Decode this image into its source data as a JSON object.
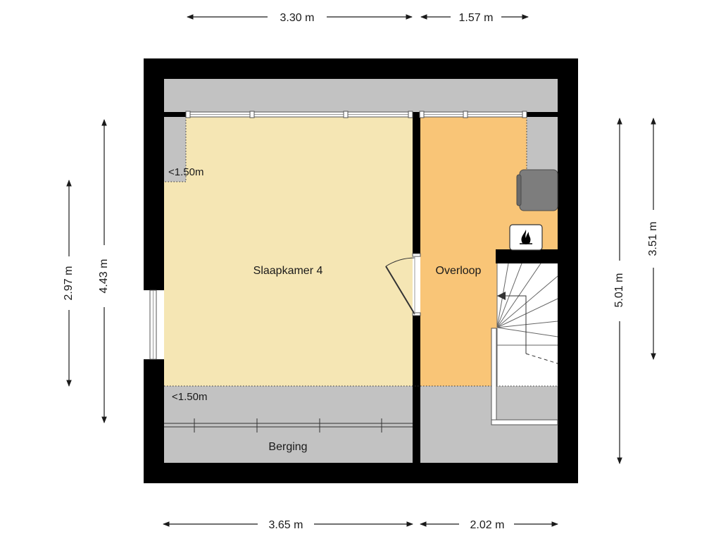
{
  "plan": {
    "colors": {
      "wall": "#000000",
      "bedroom": "#f5e6b4",
      "landing": "#f9c577",
      "low_zone": "#c2c2c2",
      "background": "#ffffff",
      "dimension_line": "#1a1a1a"
    },
    "rooms": {
      "bedroom": "Slaapkamer 4",
      "landing": "Overloop",
      "storage": "Berging"
    },
    "ceiling_notes": {
      "bedroom_corner": "<1.50m",
      "bottom_strip": "<1.50m"
    },
    "dimensions": {
      "top_left": "3.30 m",
      "top_right": "1.57 m",
      "bottom_left": "3.65 m",
      "bottom_right": "2.02 m",
      "left_outer": "4.43 m",
      "left_inner": "2.97 m",
      "right_outer": "5.01 m",
      "right_inner": "3.51 m"
    },
    "icons": [
      "heater-flame-icon",
      "boiler-tank-icon",
      "staircase-icon",
      "door-swing-icon",
      "window-icon"
    ]
  }
}
